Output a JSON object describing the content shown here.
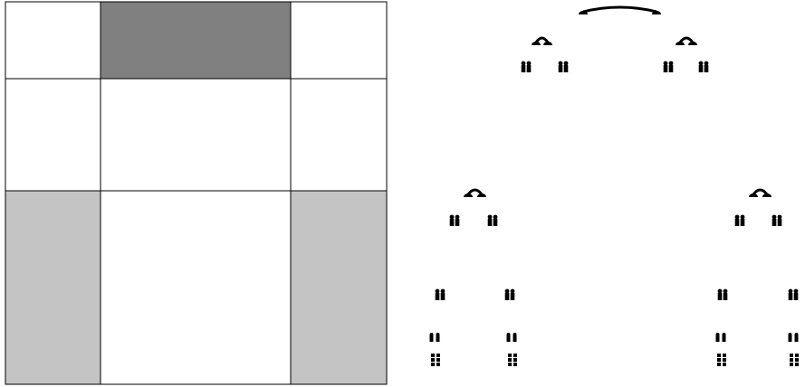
{
  "grid": {
    "rows": 3,
    "cols": 3,
    "cell_fills": [
      [
        "#ffffff",
        "#808080",
        "#ffffff"
      ],
      [
        "#ffffff",
        "#ffffff",
        "#ffffff"
      ],
      [
        "#c4c4c4",
        "#ffffff",
        "#c4c4c4"
      ]
    ],
    "border_color": "#000000"
  },
  "tree": {
    "ink_color": "#000000",
    "groups": [
      {
        "name": "top",
        "levels": 3
      },
      {
        "name": "bottom-left",
        "levels": 4
      },
      {
        "name": "bottom-right",
        "levels": 4
      }
    ]
  }
}
